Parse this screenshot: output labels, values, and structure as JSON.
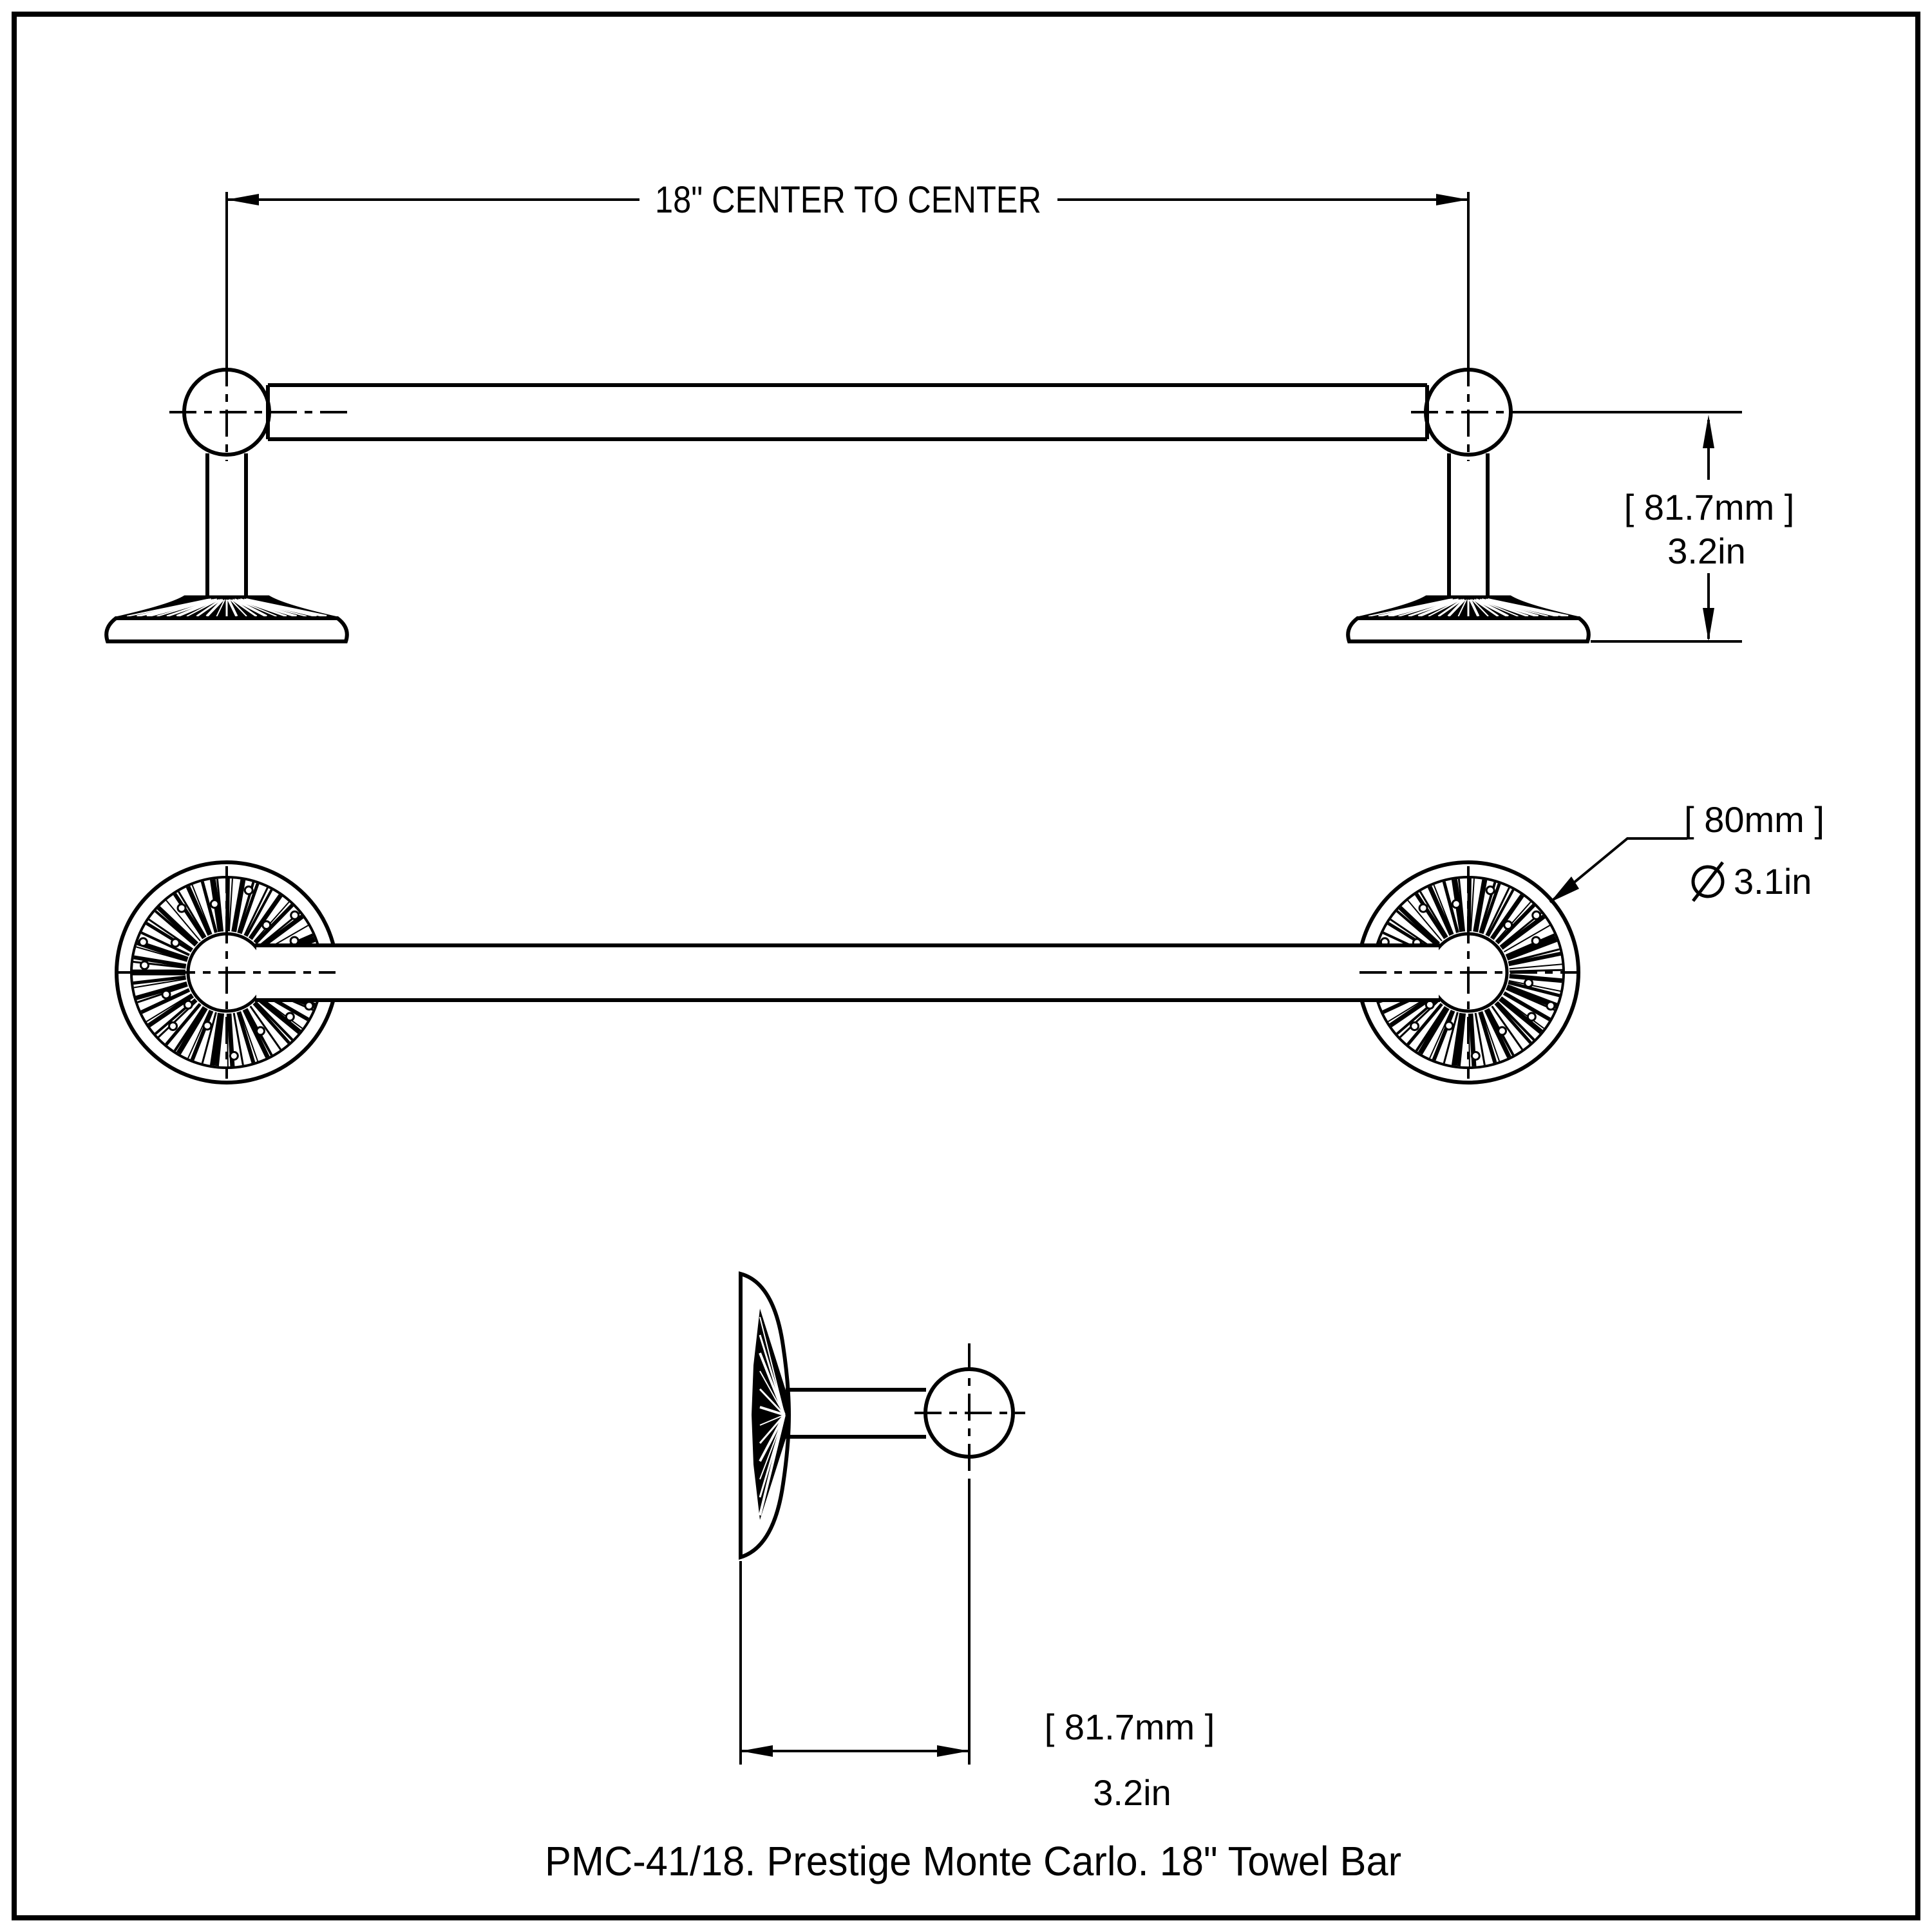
{
  "page": {
    "background_color": "#ffffff",
    "ink_color": "#000000",
    "border_color": "#000000",
    "caption": "PMC-41/18. Prestige Monte Carlo. 18\" Towel Bar"
  },
  "front_view": {
    "dim_center_to_center_label": "18\" CENTER TO CENTER",
    "dim_height_metric": "[ 81.7mm ]",
    "dim_height_imperial": "3.2in"
  },
  "plan_view": {
    "dim_flange_metric": "[ 80mm ]",
    "dim_flange_imperial": "3.1in",
    "diameter_symbol_icon": "diameter-icon"
  },
  "side_view": {
    "dim_projection_metric": "[ 81.7mm ]",
    "dim_projection_imperial": "3.2in"
  }
}
